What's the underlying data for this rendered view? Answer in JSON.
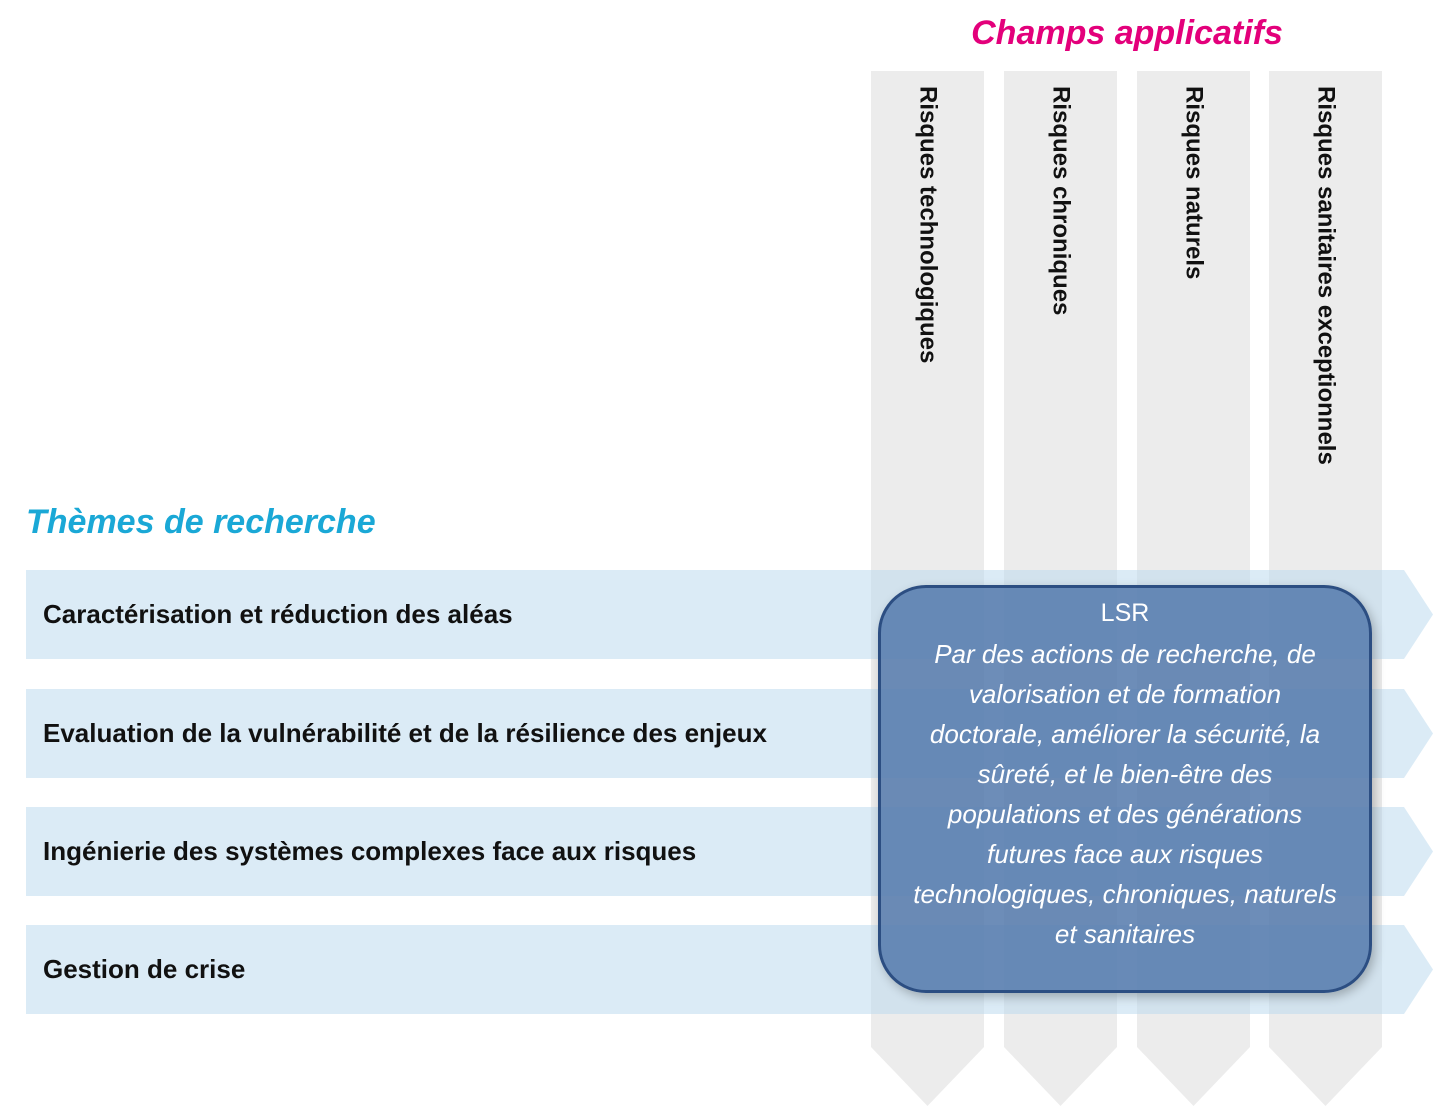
{
  "header": {
    "title": "Champs applicatifs"
  },
  "themes": {
    "title": "Thèmes de recherche"
  },
  "columns": [
    {
      "label": "Risques technologiques"
    },
    {
      "label": "Risques chroniques"
    },
    {
      "label": "Risques naturels"
    },
    {
      "label": "Risques sanitaires exceptionnels"
    }
  ],
  "rows": [
    {
      "label": "Caractérisation et réduction des aléas"
    },
    {
      "label": "Evaluation de la vulnérabilité et de la résilience des enjeux"
    },
    {
      "label": "Ingénierie des systèmes complexes face aux risques"
    },
    {
      "label": "Gestion de crise"
    }
  ],
  "lsr": {
    "title": "LSR",
    "text": "Par des actions de recherche, de valorisation et de formation doctorale, améliorer la sécurité, la sûreté, et le bien-être des populations et des générations futures face aux risques technologiques, chroniques, naturels et sanitaires"
  },
  "colors": {
    "header_title": "#e3007b",
    "themes_title": "#1aa8d6",
    "column_fill": "#ececec",
    "row_fill": "#bedbef",
    "lsr_fill": "#5479ab",
    "lsr_border": "#2c4e82"
  }
}
